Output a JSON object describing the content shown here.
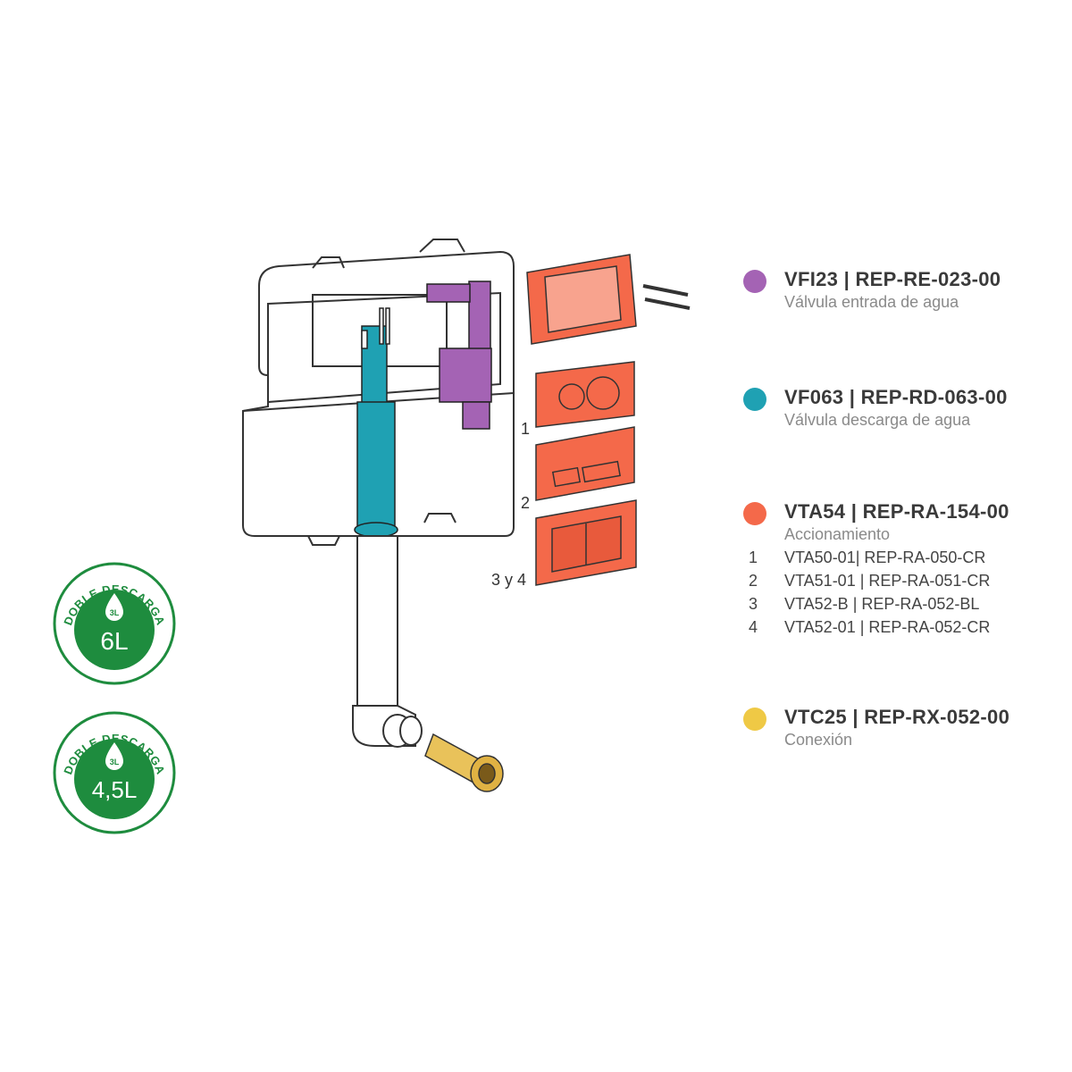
{
  "legend": [
    {
      "code": "VFI23 | REP-RE-023-00",
      "description": "Válvula entrada de agua",
      "color": "#a463b4"
    },
    {
      "code": "VF063 | REP-RD-063-00",
      "description": "Válvula descarga de agua",
      "color": "#1fa1b3"
    },
    {
      "code": "VTA54 | REP-RA-154-00",
      "description": "Accionamiento",
      "color": "#f4694a",
      "variants": [
        {
          "num": "1",
          "ref": "VTA50-01| REP-RA-050-CR"
        },
        {
          "num": "2",
          "ref": "VTA51-01 | REP-RA-051-CR"
        },
        {
          "num": "3",
          "ref": "VTA52-B | REP-RA-052-BL"
        },
        {
          "num": "4",
          "ref": "VTA52-01 | REP-RA-052-CR"
        }
      ]
    },
    {
      "code": "VTC25 | REP-RX-052-00",
      "description": "Conexión",
      "color": "#efc945"
    }
  ],
  "plate_labels": [
    "1",
    "2",
    "3 y 4"
  ],
  "badges": [
    {
      "arc_text": "DOBLE DESCARGA",
      "drop_text": "3L",
      "volume": "6L"
    },
    {
      "arc_text": "DOBLE DESCARGA",
      "drop_text": "3L",
      "volume": "4,5L"
    }
  ],
  "colors": {
    "badge_green": "#1e8c3e",
    "outline": "#333333"
  }
}
